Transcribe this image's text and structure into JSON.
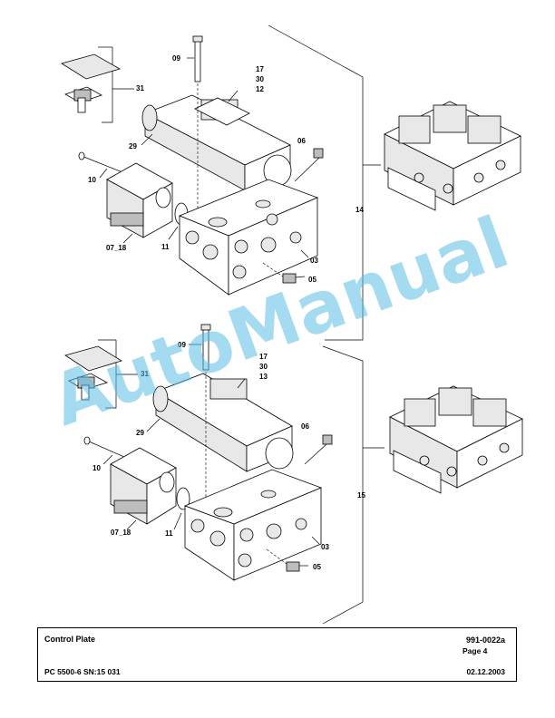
{
  "watermark": "AutoManual",
  "upper_group": {
    "callouts": {
      "screw_top": "09",
      "item_a": "17",
      "item_b": "30",
      "item_c": "12",
      "cover": "31",
      "valve": "29",
      "plug_small": "06",
      "bolt": "10",
      "coil": "07_18",
      "oring": "11",
      "block": "03",
      "plug_block": "05",
      "assembly": "14"
    }
  },
  "lower_group": {
    "callouts": {
      "screw_top": "09",
      "item_a": "17",
      "item_b": "30",
      "item_c": "13",
      "cover": "31",
      "valve": "29",
      "plug_small": "06",
      "bolt": "10",
      "coil": "07_18",
      "oring": "11",
      "block": "03",
      "plug_block": "05",
      "assembly": "15"
    }
  },
  "title_block": {
    "title": "Control Plate",
    "doc_number": "991-0022a",
    "page": "Page 4",
    "model": "PC 5500-6 SN:15 031",
    "date": "02.12.2003"
  }
}
